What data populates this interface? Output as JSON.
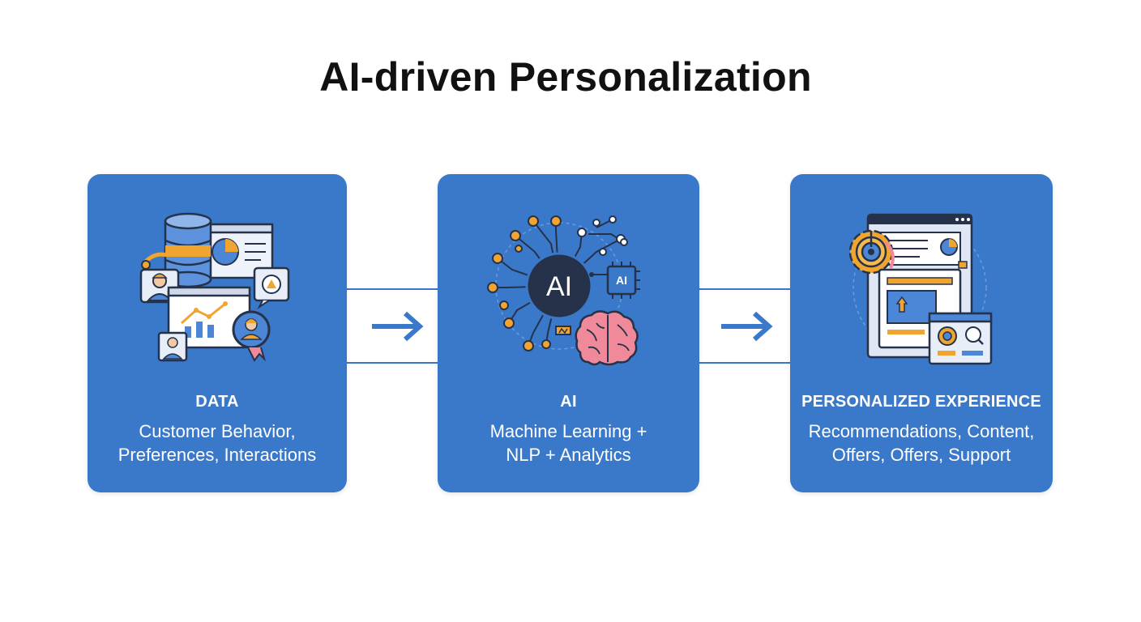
{
  "title": "AI-driven Personalization",
  "stages": [
    {
      "heading": "DATA",
      "lines": [
        "Customer Behavior,",
        "Preferences, Interactions"
      ],
      "icon": "data-collection-icon"
    },
    {
      "heading": "AI",
      "lines": [
        "Machine Learning +",
        "NLP + Analytics"
      ],
      "icon": "ai-brain-icon",
      "badge": "AI",
      "chip": "AI"
    },
    {
      "heading": "PERSONALIZED EXPERIENCE",
      "lines": [
        "Recommendations, Content,",
        "Offers, Offers, Support"
      ],
      "icon": "personalized-dashboard-icon"
    }
  ],
  "colors": {
    "card": "#3a78c9",
    "connector": "#3a78c9",
    "title": "#111111",
    "accent_orange": "#f0a531",
    "accent_pink": "#f08a9a",
    "icon_dark": "#26324a"
  }
}
